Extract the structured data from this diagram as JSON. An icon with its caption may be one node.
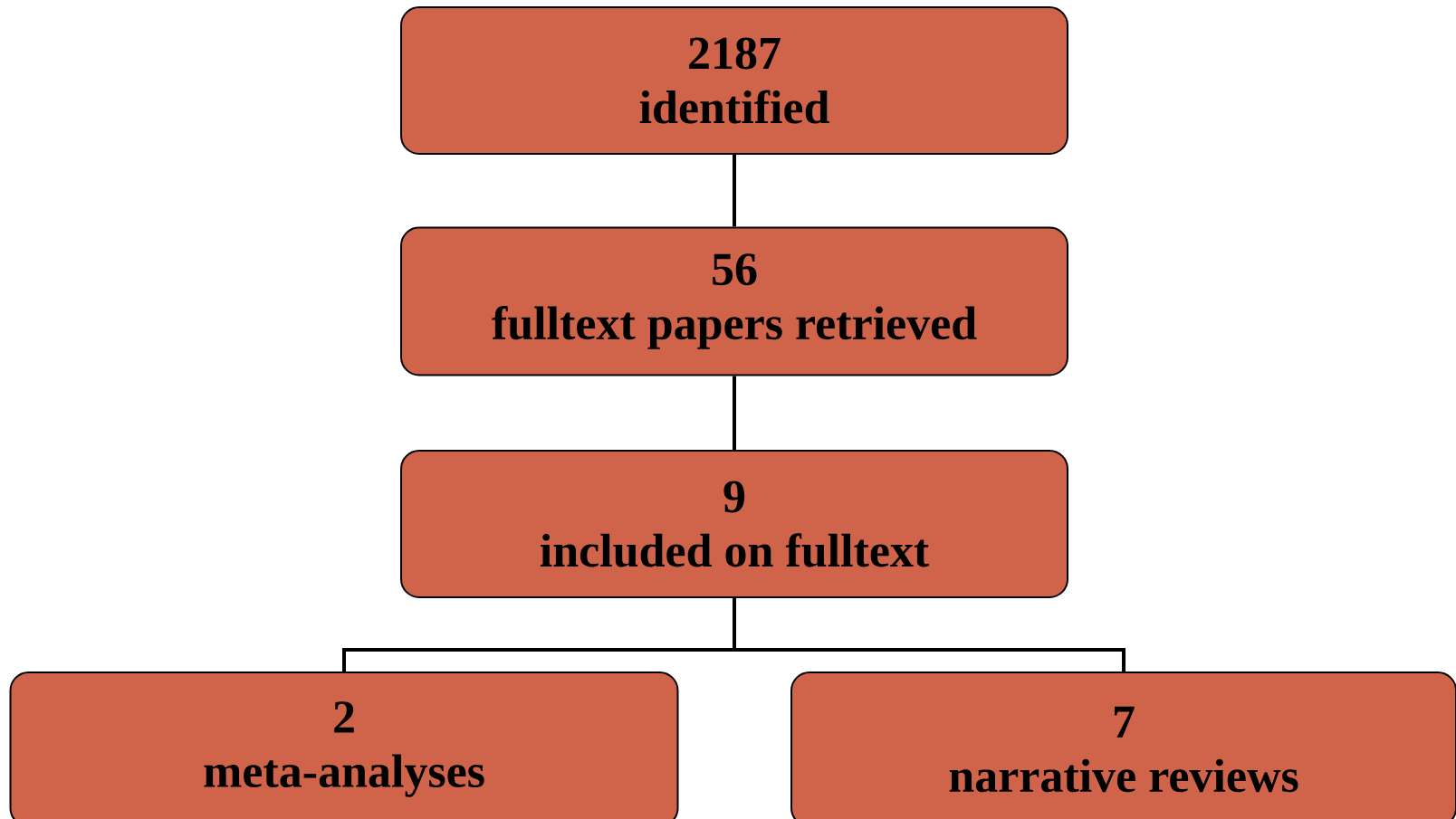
{
  "diagram": {
    "nodes": [
      {
        "text": [
          "2187",
          "identified"
        ]
      },
      {
        "text": [
          "56",
          "fulltext papers retrieved"
        ]
      },
      {
        "text": [
          "9",
          "included on fulltext"
        ]
      },
      {
        "text": [
          "2",
          "meta-analyses"
        ]
      },
      {
        "text": [
          "7",
          "narrative reviews"
        ]
      }
    ],
    "edges": [
      {
        "from": 0,
        "to": 1,
        "arrow": "none"
      },
      {
        "from": 1,
        "to": 2,
        "arrow": "none"
      },
      {
        "from": 2,
        "to": 3,
        "arrow": "none"
      },
      {
        "from": 2,
        "to": 4,
        "arrow": "none"
      }
    ]
  }
}
